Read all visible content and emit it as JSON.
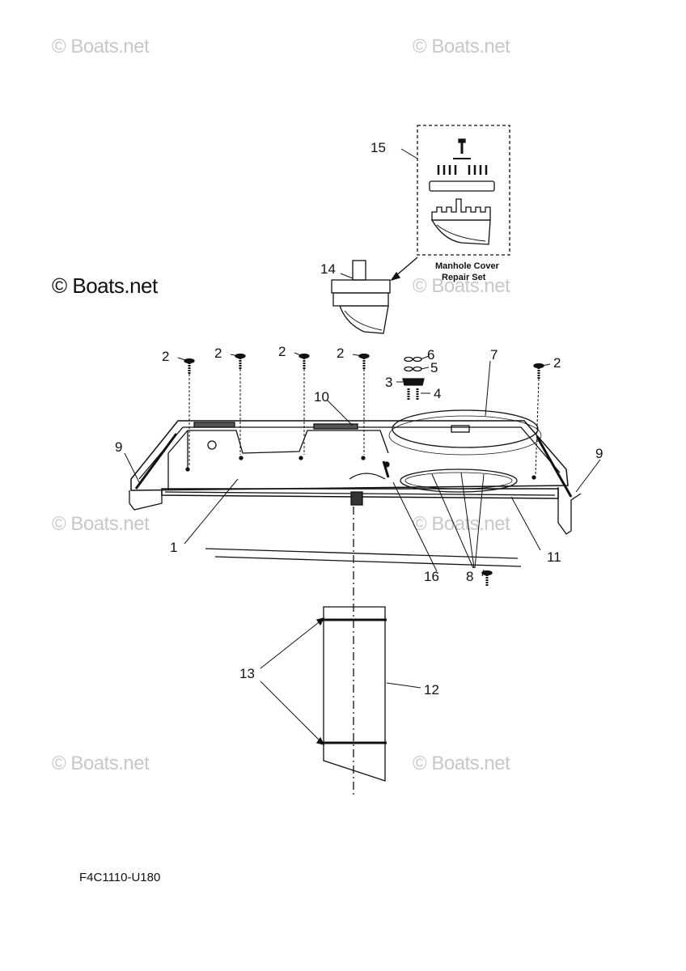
{
  "watermark": "© Boats.net",
  "watermark_large": "© Boats.net",
  "drawing_code": "F4C1110-U180",
  "repair_set": {
    "line1": "Manhole Cover",
    "line2": "Repair Set"
  },
  "callouts": {
    "c1": "1",
    "c2a": "2",
    "c2b": "2",
    "c2c": "2",
    "c2d": "2",
    "c2e": "2",
    "c3": "3",
    "c4": "4",
    "c5": "5",
    "c6": "6",
    "c7": "7",
    "c8": "8",
    "c9a": "9",
    "c9b": "9",
    "c10": "10",
    "c11": "11",
    "c12": "12",
    "c13": "13",
    "c14": "14",
    "c15": "15",
    "c16": "16"
  }
}
